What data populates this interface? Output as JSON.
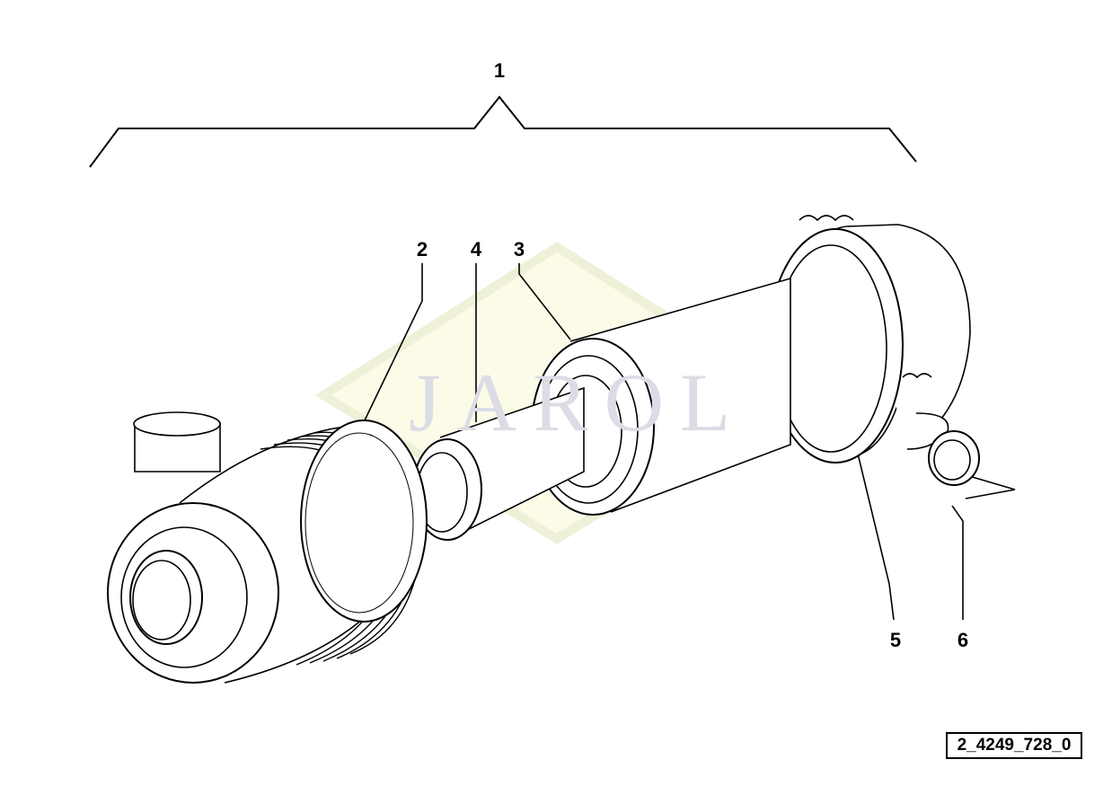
{
  "watermark": "JAROL",
  "callouts": {
    "c1": "1",
    "c2": "2",
    "c3": "3",
    "c4": "4",
    "c5": "5",
    "c6": "6"
  },
  "drawing_id": "2_4249_728_0"
}
